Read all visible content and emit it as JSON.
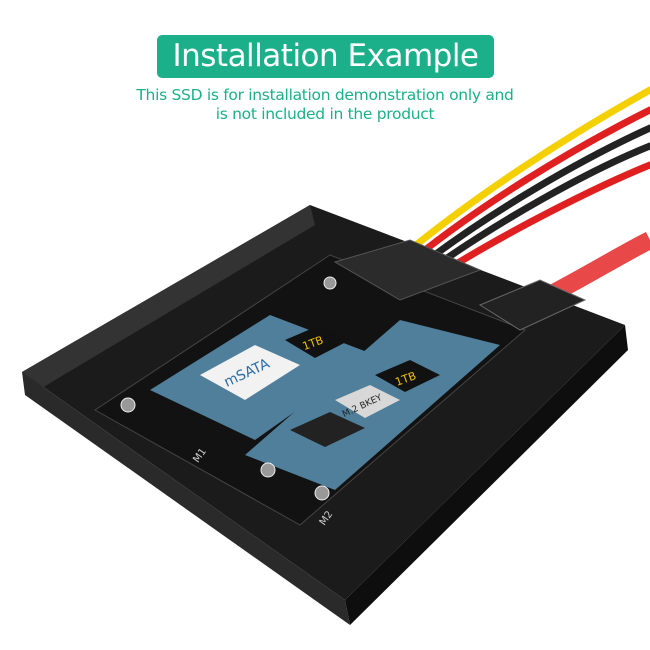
{
  "banner": {
    "title": "Installation Example",
    "color": "#1cb08a"
  },
  "notice": {
    "line1": "This SSD is for installation demonstration only and",
    "line2": "is not included in the product"
  },
  "product": {
    "msata_card": {
      "label": "mSATA",
      "capacity": "1TB"
    },
    "m2_card": {
      "label": "M.2 BKEY",
      "capacity": "1TB"
    },
    "slot_labels": [
      "M1",
      "M2"
    ],
    "cable_colors": [
      "#f5d000",
      "#e02020",
      "#222222",
      "#e84848"
    ]
  }
}
